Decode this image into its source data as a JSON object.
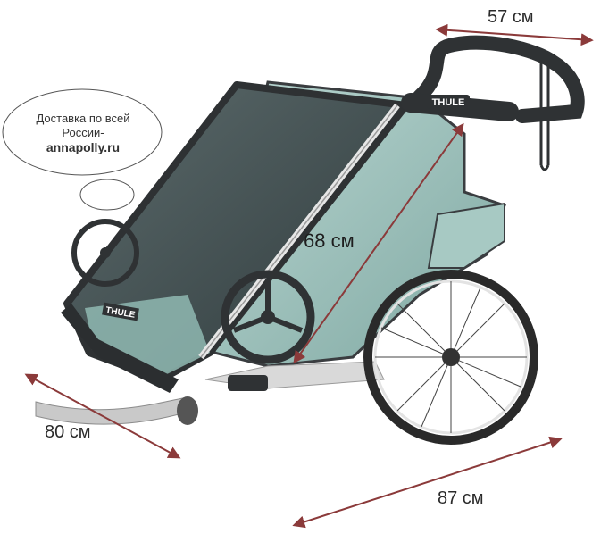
{
  "dimensions": {
    "width": "57 см",
    "height": "68 см",
    "depth": "80 см",
    "length": "87 см"
  },
  "promo": {
    "line1": "Доставка по всей",
    "line2": "России-",
    "site": "annapolly.ru"
  },
  "brand": {
    "handle_logo": "THULE",
    "front_logo": "THULE"
  },
  "colors": {
    "frame": "#3a3d40",
    "fabric": "#9fc3bd",
    "arrow": "#8b3a3a",
    "rim": "#e3e3e3"
  }
}
